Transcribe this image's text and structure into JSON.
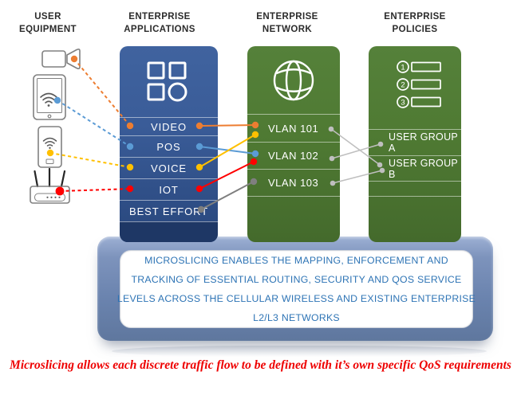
{
  "headers": [
    {
      "id": "user-equipment",
      "lines": [
        "USER",
        "EQUIPMENT"
      ]
    },
    {
      "id": "enterprise-applications",
      "lines": [
        "ENTERPRISE",
        "APPLICATIONS"
      ]
    },
    {
      "id": "enterprise-network",
      "lines": [
        "ENTERPRISE",
        "NETWORK"
      ]
    },
    {
      "id": "enterprise-policies",
      "lines": [
        "ENTERPRISE",
        "POLICIES"
      ]
    }
  ],
  "applications": {
    "icon": "app-grid-icon",
    "rows": [
      {
        "label": "VIDEO",
        "color": "#ED7D31"
      },
      {
        "label": "POS",
        "color": "#5B9BD5"
      },
      {
        "label": "VOICE",
        "color": "#FFC000"
      },
      {
        "label": "IOT",
        "color": "#FF0000"
      },
      {
        "label": "BEST EFFORT",
        "color": "#808080"
      }
    ]
  },
  "network": {
    "icon": "globe-icon",
    "rows": [
      {
        "label": "VLAN 101"
      },
      {
        "label": "VLAN 102"
      },
      {
        "label": "VLAN 103"
      }
    ]
  },
  "policies": {
    "icon": "numbered-list-icon",
    "list_numbers": [
      "1",
      "2",
      "3"
    ],
    "rows": [
      {
        "label": "USER GROUP A"
      },
      {
        "label": "USER GROUP B"
      }
    ]
  },
  "devices": [
    {
      "name": "display-and-speaker",
      "dot_color": "#ED7D31"
    },
    {
      "name": "wifi-tablet",
      "dot_color": "#5B9BD5"
    },
    {
      "name": "wifi-phone",
      "dot_color": "#FFC000"
    },
    {
      "name": "wifi-router",
      "dot_color": "#FF0000"
    }
  ],
  "connections": [
    {
      "name": "display-to-video",
      "from": "cam",
      "to": "video_l",
      "color": "#ED7D31",
      "dashed": true
    },
    {
      "name": "tablet-to-pos",
      "from": "tablet",
      "to": "pos_l",
      "color": "#5B9BD5",
      "dashed": true
    },
    {
      "name": "phone-to-voice",
      "from": "phone",
      "to": "voice_l",
      "color": "#FFC000",
      "dashed": true
    },
    {
      "name": "router-to-iot",
      "from": "router",
      "to": "iot_l",
      "color": "#FF0000",
      "dashed": true
    },
    {
      "name": "video-to-vlan101",
      "from": "video_r",
      "to": "vlan101_la",
      "color": "#ED7D31",
      "dashed": false
    },
    {
      "name": "pos-to-vlan102",
      "from": "pos_r",
      "to": "vlan102_la",
      "color": "#5B9BD5",
      "dashed": false
    },
    {
      "name": "voice-to-vlan101",
      "from": "voice_r",
      "to": "vlan101_lb",
      "color": "#FFC000",
      "dashed": false
    },
    {
      "name": "iot-to-vlan102",
      "from": "iot_r",
      "to": "vlan102_lb",
      "color": "#FF0000",
      "dashed": false
    },
    {
      "name": "besteffort-to-vlan103",
      "from": "best_r",
      "to": "vlan103_l",
      "color": "#7F7F7F",
      "dashed": false
    },
    {
      "name": "vlan101-to-groupB",
      "from": "vlan101_r",
      "to": "groupB_la",
      "color": "#BFBFBF",
      "dashed": false
    },
    {
      "name": "vlan102-to-groupA",
      "from": "vlan102_r",
      "to": "groupA_l",
      "color": "#BFBFBF",
      "dashed": false
    },
    {
      "name": "vlan103-to-groupB",
      "from": "vlan103_r",
      "to": "groupB_lb",
      "color": "#BFBFBF",
      "dashed": false
    }
  ],
  "banner": {
    "lines": [
      "MICROSLICING ENABLES THE MAPPING, ENFORCEMENT AND",
      "TRACKING OF ESSENTIAL ROUTING, SECURITY AND QOS SERVICE",
      "LEVELS ACROSS THE CELLULAR WIRELESS AND EXISTING ENTERPRISE",
      "L2/L3 NETWORKS"
    ]
  },
  "caption": "Microslicing allows each discrete traffic flow to be defined with it’s own specific QoS requirements",
  "palette": {
    "applications_column": "#3a5c98",
    "applications_footer": "#1e3765",
    "network_column": "#4f7a33",
    "banner_fill": "#7d93bc",
    "banner_text": "#2e74b5",
    "caption_text": "#ee0000"
  }
}
